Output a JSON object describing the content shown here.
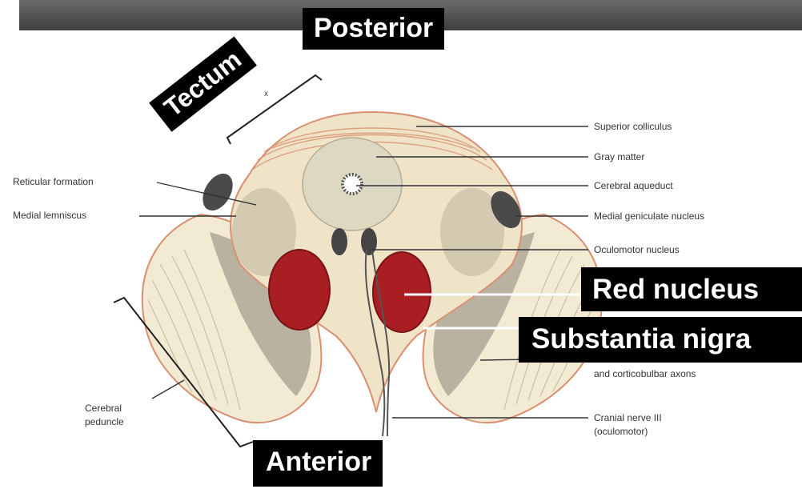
{
  "callouts": {
    "posterior": "Posterior",
    "tectum": "Tectum",
    "red_nucleus": "Red nucleus",
    "substantia_nigra": "Substantia nigra",
    "anterior": "Anterior"
  },
  "labels": {
    "superior_colliculus": "Superior colliculus",
    "gray_matter": "Gray matter",
    "cerebral_aqueduct": "Cerebral aqueduct",
    "medial_geniculate_nucleus": "Medial geniculate nucleus",
    "oculomotor_nucleus": "Oculomotor nucleus",
    "reticular_formation": "Reticular formation",
    "medial_lemniscus": "Medial lemniscus",
    "cerebral_peduncle_line1": "Cerebral",
    "cerebral_peduncle_line2": "peduncle",
    "corticobulbar_axons_partial": "and corticobulbar axons",
    "cranial_nerve_line1": "Cranial nerve III",
    "cranial_nerve_line2": "(oculomotor)",
    "bracket_mark": "x"
  },
  "colors": {
    "red_nucleus": "#a81e22",
    "tissue": "#efe3c8",
    "outline": "#d98f70",
    "gray_matter": "#ddd8c2",
    "callout_bg": "#000000"
  }
}
